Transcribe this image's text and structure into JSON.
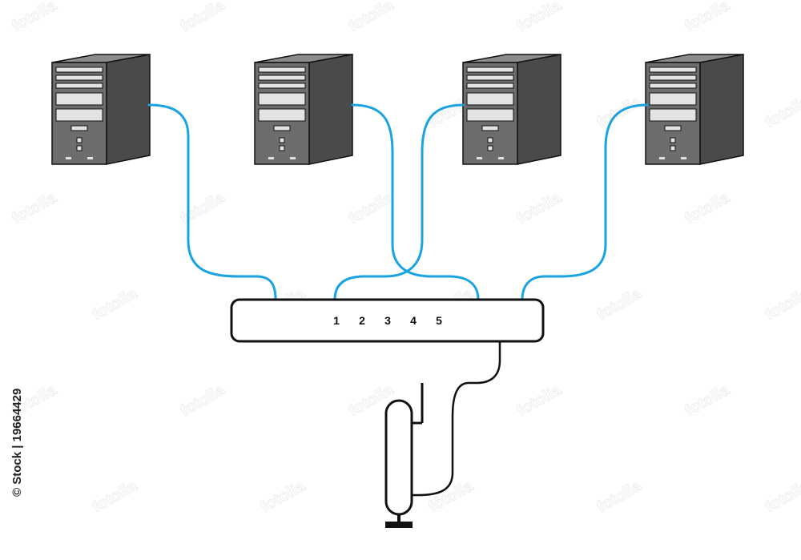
{
  "switch": {
    "ports": [
      "1",
      "2",
      "3",
      "4",
      "5"
    ]
  },
  "watermark": {
    "text": "fotolia",
    "id_text": "© Stock | 19664429"
  },
  "colors": {
    "cable": "#1aa3e2",
    "tower_front": "#6d6d6d",
    "tower_side": "#4a4a4a",
    "tower_top": "#8c8c8c",
    "outline": "#111111",
    "drive_bay": "#e3e3e3"
  },
  "icons": [
    "computer-tower-icon",
    "network-switch-icon",
    "router-icon",
    "antenna-icon"
  ]
}
